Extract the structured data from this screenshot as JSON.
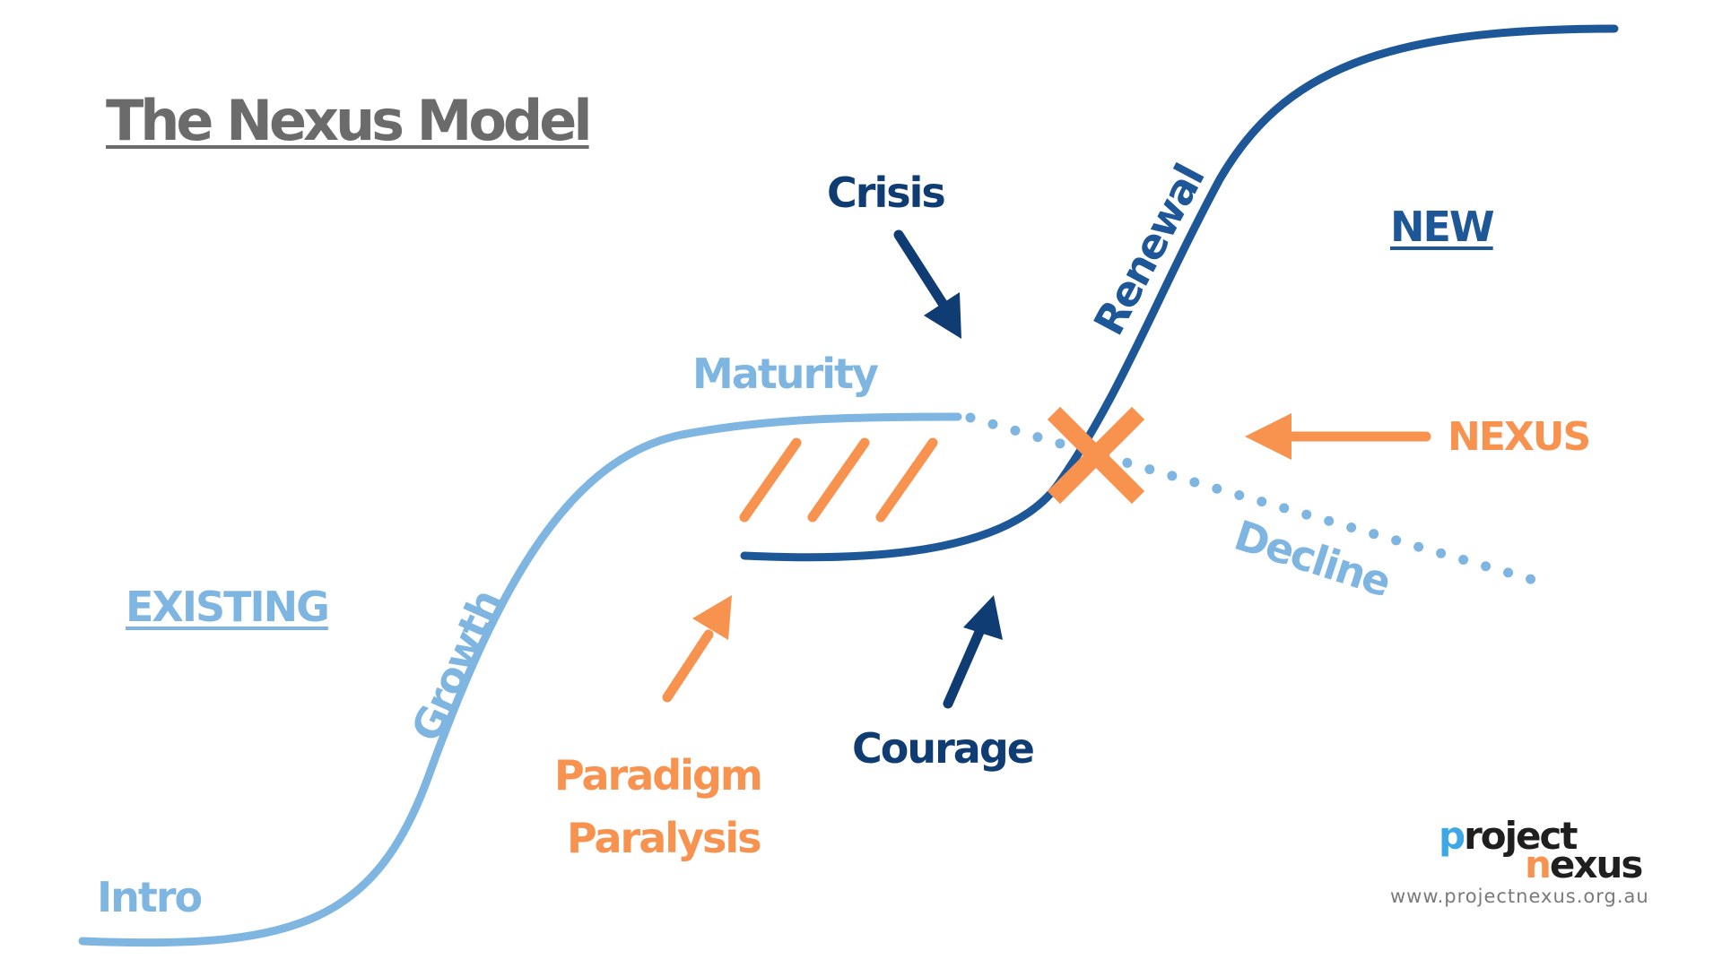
{
  "title": "The Nexus Model",
  "labels": {
    "existing": "EXISTING",
    "new": "NEW",
    "intro": "Intro",
    "growth": "Growth",
    "maturity": "Maturity",
    "crisis": "Crisis",
    "renewal": "Renewal",
    "nexus": "NEXUS",
    "decline": "Decline",
    "paradigm": "Paradigm",
    "paralysis": "Paralysis",
    "courage": "Courage"
  },
  "logo": {
    "p": "p",
    "roject": "roject",
    "n": "n",
    "exus": "exus",
    "url": "www.projectnexus.org.au"
  },
  "colors": {
    "light_blue": "#7fb6e1",
    "dark_blue": "#0f3c72",
    "orange": "#f7924f",
    "title_grey": "#6b6b6b"
  }
}
